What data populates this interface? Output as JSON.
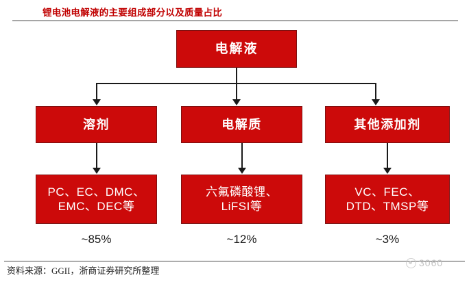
{
  "header": {
    "title": "锂电池电解液的主要组成部分以及质量占比"
  },
  "diagram": {
    "root": {
      "label": "电解液"
    },
    "branches": [
      {
        "category": "溶剂",
        "components": "PC、EC、DMC、\nEMC、DEC等",
        "share": "~85%"
      },
      {
        "category": "电解质",
        "components": "六氟磷酸锂、\nLiFSI等",
        "share": "~12%"
      },
      {
        "category": "其他添加剂",
        "components": "VC、FEC、\nDTD、TMSP等",
        "share": "~3%"
      }
    ]
  },
  "footer": {
    "source": "资料来源：GGII，浙商证券研究所整理"
  },
  "watermark": {
    "text": "3060"
  },
  "colors": {
    "box_fill": "#cc0a0a",
    "box_border": "#7d1010",
    "title_color": "#c00000",
    "connector": "#1a1a1a"
  }
}
